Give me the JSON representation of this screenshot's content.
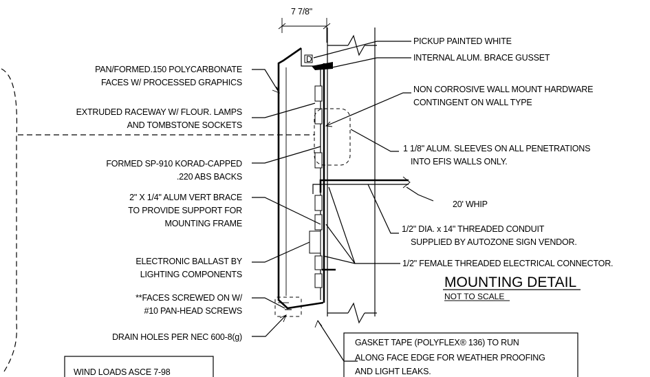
{
  "dimension": "7 7/8\"",
  "title": "MOUNTING DETAIL",
  "subtitle": "NOT TO SCALE",
  "wind_box": "WIND LOADS ASCE 7-98",
  "labels": {
    "pan_formed": [
      "PAN/FORMED.150 POLYCARBONATE",
      "FACES W/ PROCESSED GRAPHICS"
    ],
    "raceway": [
      "EXTRUDED RACEWAY W/ FLOUR. LAMPS",
      "AND TOMBSTONE SOCKETS"
    ],
    "backs": [
      "FORMED SP-910 KORAD-CAPPED",
      ".220 ABS BACKS"
    ],
    "brace": [
      "2\" X 1/4\" ALUM VERT BRACE",
      "TO PROVIDE SUPPORT FOR",
      "MOUNTING FRAME"
    ],
    "ballast": [
      "ELECTRONIC BALLAST BY",
      "LIGHTING COMPONENTS"
    ],
    "faces": [
      "**FACES SCREWED ON W/",
      "#10 PAN-HEAD SCREWS"
    ],
    "drain": [
      "DRAIN HOLES PER NEC 600-8(g)"
    ],
    "pickup": [
      "PICKUP PAINTED WHITE"
    ],
    "gusset": [
      "INTERNAL ALUM. BRACE GUSSET"
    ],
    "hardware": [
      "NON CORROSIVE WALL MOUNT HARDWARE",
      "CONTINGENT ON WALL TYPE"
    ],
    "sleeves": [
      "1 1/8\" ALUM. SLEEVES ON ALL PENETRATIONS",
      "INTO EFIS WALLS ONLY."
    ],
    "whip": [
      "20' WHIP"
    ],
    "conduit": [
      "1/2\" DIA. x 14\" THREADED CONDUIT",
      "SUPPLIED BY AUTOZONE SIGN VENDOR."
    ],
    "connector": [
      "1/2\" FEMALE THREADED ELECTRICAL CONNECTOR."
    ],
    "gasket": [
      "GASKET TAPE (POLYFLEX® 136) TO RUN",
      "ALONG FACE EDGE FOR WEATHER PROOFING",
      "AND LIGHT LEAKS."
    ]
  }
}
